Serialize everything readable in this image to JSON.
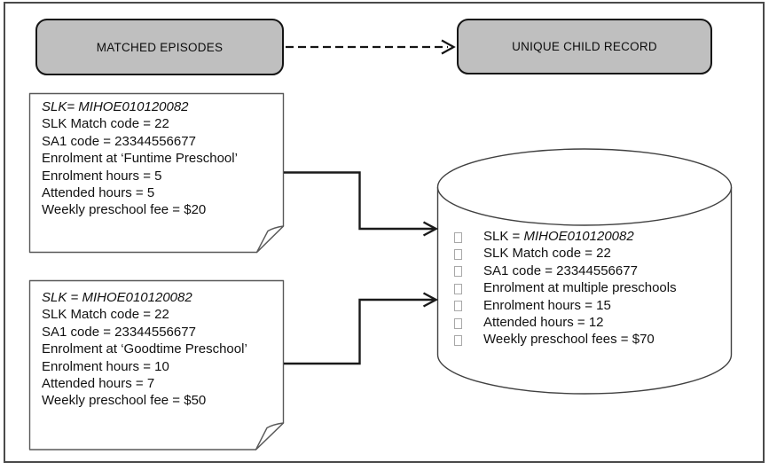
{
  "header": {
    "left_box_label": "MATCHED EPISODES",
    "right_box_label": "UNIQUE CHILD RECORD"
  },
  "note1": {
    "title": "SLK= MIHOE010120082",
    "lines": [
      "SLK Match code = 22",
      "SA1 code = 23344556677",
      "Enrolment at ‘Funtime Preschool’",
      "Enrolment hours = 5",
      "Attended hours = 5",
      "Weekly preschool fee = $20"
    ]
  },
  "note2": {
    "title": "SLK = MIHOE010120082",
    "lines": [
      "SLK Match code = 22",
      "SA1 code = 23344556677",
      "Enrolment at ‘Goodtime Preschool’",
      "Enrolment hours = 10",
      "Attended hours = 7",
      "Weekly preschool fee = $50"
    ]
  },
  "cylinder": {
    "bullet_icon": "hollow-square",
    "item1_prefix": "SLK = ",
    "item1_value": "MIHOE010120082",
    "items": [
      "SLK Match code = 22",
      "SA1 code = 23344556677",
      "Enrolment at multiple preschools",
      "Enrolment hours = 15",
      "Attended hours = 12",
      "Weekly preschool fees = $70"
    ]
  },
  "colors": {
    "box_fill": "#bfbfbf",
    "box_border": "#141414",
    "note_border": "#595959",
    "cylinder_border": "#404040",
    "line": "#1a1a1a",
    "page_border": "#4a4a4a"
  }
}
